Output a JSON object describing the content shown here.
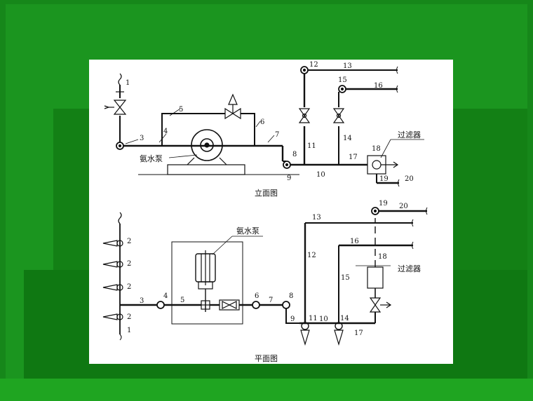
{
  "colors": {
    "background": "#1a8a1a",
    "panel": "#ffffff",
    "line": "#111111"
  },
  "elevation": {
    "caption": "立面图",
    "pump_label": "氨水泵",
    "filter_label": "过滤器",
    "numbers": {
      "n1": "1",
      "n3": "3",
      "n4": "4",
      "n5": "5",
      "n6": "6",
      "n7": "7",
      "n8": "8",
      "n9": "9",
      "n10": "10",
      "n11": "11",
      "n12": "12",
      "n13": "13",
      "n14": "14",
      "n15": "15",
      "n16": "16",
      "n17": "17",
      "n18": "18",
      "n19": "19",
      "n20": "20"
    }
  },
  "plan": {
    "caption": "平面图",
    "pump_label": "氨水泵",
    "filter_label": "过滤器",
    "numbers": {
      "n1": "1",
      "n2a": "2",
      "n2b": "2",
      "n2c": "2",
      "n2d": "2",
      "n3": "3",
      "n4": "4",
      "n5": "5",
      "n6": "6",
      "n7": "7",
      "n8": "8",
      "n9": "9",
      "n10": "10",
      "n11": "11",
      "n12": "12",
      "n13": "13",
      "n14": "14",
      "n15": "15",
      "n16": "16",
      "n17": "17",
      "n18": "18",
      "n19": "19",
      "n20": "20"
    }
  }
}
